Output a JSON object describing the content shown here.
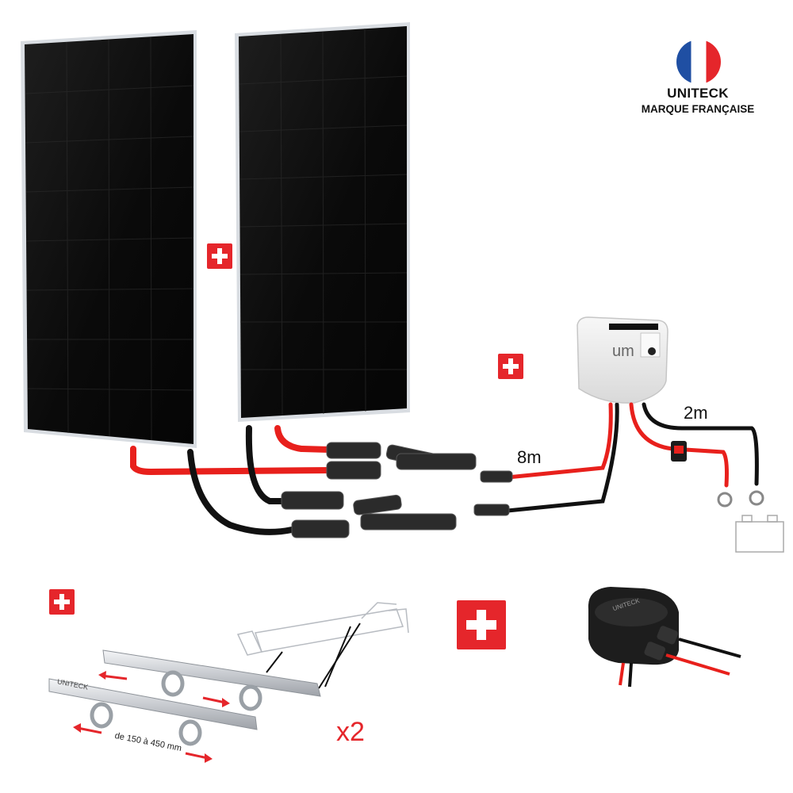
{
  "brand": {
    "name": "UNITECK",
    "tagline": "MARQUE FRANÇAISE",
    "flag_colors": [
      "#1f4fa3",
      "#ffffff",
      "#e5262b"
    ]
  },
  "cables": {
    "panel_to_controller_length": "8m",
    "controller_to_battery_length": "2m"
  },
  "controller": {
    "logo_text": "um"
  },
  "mounting": {
    "rail_range_label": "de 150 à 450 mm",
    "rail_brand_text": "UNITECK",
    "quantity_label": "x2"
  },
  "gland": {
    "brand_text": "UNITECK"
  },
  "colors": {
    "accent_red": "#e5262b",
    "cable_red": "#e8201c",
    "cable_black": "#111111",
    "panel": "#0d0d0d"
  }
}
